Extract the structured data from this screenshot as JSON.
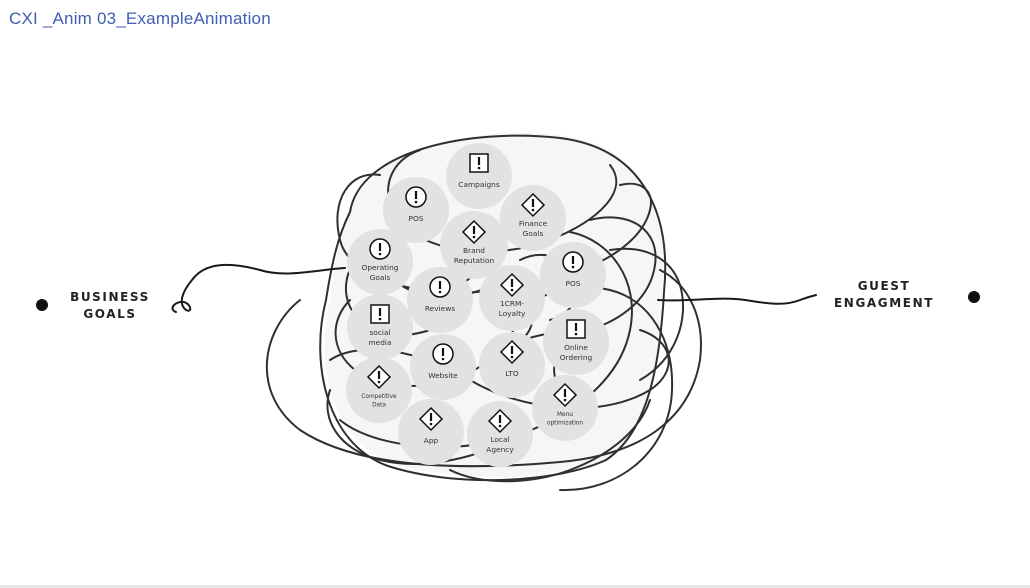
{
  "page": {
    "title": "CXI _Anim 03_ExampleAnimation"
  },
  "colors": {
    "title": "#3f5fb0",
    "node_fill": "#e2e2e2",
    "line": "#1a1a1a"
  },
  "left_label": [
    "BUSINESS",
    "GOALS"
  ],
  "right_label": [
    "GUEST",
    "ENGAGMENT"
  ],
  "nodes": [
    {
      "id": "campaigns",
      "icon": "square-exclamation-icon",
      "lines": [
        "Campaigns"
      ]
    },
    {
      "id": "pos-top",
      "icon": "circle-exclamation-icon",
      "lines": [
        "POS"
      ]
    },
    {
      "id": "finance-goals",
      "icon": "diamond-exclamation-icon",
      "lines": [
        "Finance",
        "Goals"
      ]
    },
    {
      "id": "brand-reputation",
      "icon": "diamond-exclamation-icon",
      "lines": [
        "Brand",
        "Reputation"
      ]
    },
    {
      "id": "operating-goals",
      "icon": "circle-exclamation-icon",
      "lines": [
        "Operating",
        "Goals"
      ]
    },
    {
      "id": "pos-right",
      "icon": "circle-exclamation-icon",
      "lines": [
        "POS"
      ]
    },
    {
      "id": "crm-loyalty",
      "icon": "diamond-exclamation-icon",
      "lines": [
        "1CRM-",
        "Loyalty"
      ]
    },
    {
      "id": "reviews",
      "icon": "circle-exclamation-icon",
      "lines": [
        "Reviews"
      ]
    },
    {
      "id": "social-media",
      "icon": "square-exclamation-icon",
      "lines": [
        "social",
        "media"
      ]
    },
    {
      "id": "online-ordering",
      "icon": "square-exclamation-icon",
      "lines": [
        "Online",
        "Ordering"
      ]
    },
    {
      "id": "website",
      "icon": "circle-exclamation-icon",
      "lines": [
        "Website"
      ]
    },
    {
      "id": "lto",
      "icon": "diamond-exclamation-icon",
      "lines": [
        "LTO"
      ]
    },
    {
      "id": "competitive-data",
      "icon": "diamond-exclamation-icon",
      "lines": [
        "Competitive",
        "Data"
      ]
    },
    {
      "id": "menu-optimization",
      "icon": "diamond-exclamation-icon",
      "lines": [
        "Menu",
        "optimization"
      ]
    },
    {
      "id": "app",
      "icon": "diamond-exclamation-icon",
      "lines": [
        "App"
      ]
    },
    {
      "id": "local-agency",
      "icon": "diamond-exclamation-icon",
      "lines": [
        "Local",
        "Agency"
      ]
    }
  ]
}
